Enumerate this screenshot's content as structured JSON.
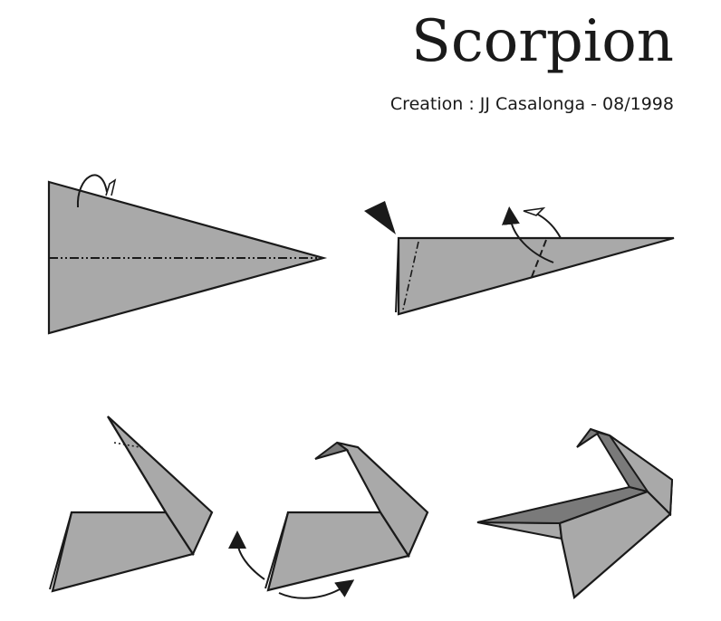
{
  "header": {
    "title": "Scorpion",
    "credit": "Creation : JJ Casalonga - 08/1998"
  },
  "colors": {
    "paper": "#a9a9a9",
    "paper_dark": "#7a7a7a",
    "line": "#1a1a1a",
    "background": "#ffffff"
  },
  "steps": [
    {
      "id": 1,
      "description": "Kite-shaped paper with horizontal mountain-fold centerline and mountain-fold arrow at top"
    },
    {
      "id": 2,
      "description": "Folded triangle with inside-reverse-fold arrow at left and fold-up arrow with dashed valley line at right"
    },
    {
      "id": 3,
      "description": "Shape with neck raised, dotted crease near tip"
    },
    {
      "id": 4,
      "description": "Head reverse-folded, curved arrows indicating open/rotate"
    },
    {
      "id": 5,
      "description": "Finished scorpion model"
    }
  ]
}
